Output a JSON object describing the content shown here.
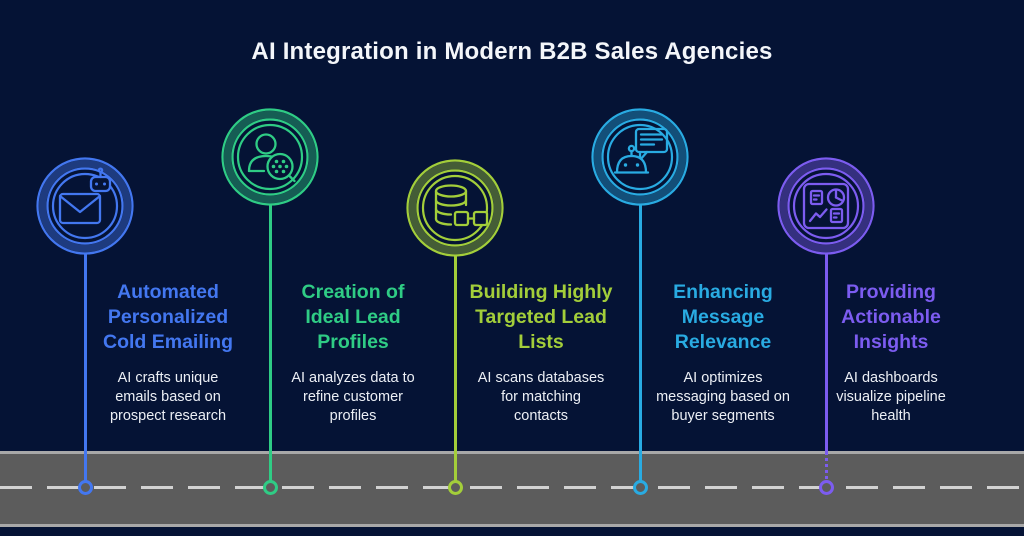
{
  "title": "AI Integration in Modern B2B Sales Agencies",
  "background_color": "#051335",
  "road": {
    "surface_color": "#5C5C5C",
    "edge_color": "#A8A8A8",
    "dash_color": "#D2D2D2"
  },
  "items": [
    {
      "icon": "email-robot-icon",
      "color": "#4377F0",
      "title": "Automated\nPersonalized\nCold Emailing",
      "description": "AI crafts unique\nemails based on\nprospect research"
    },
    {
      "icon": "lead-profile-search-icon",
      "color": "#2FCC85",
      "title": "Creation of\nIdeal Lead\nProfiles",
      "description": "AI analyzes data to\nrefine customer\nprofiles"
    },
    {
      "icon": "database-contacts-icon",
      "color": "#A3CE3A",
      "title": "Building Highly\nTargeted Lead\nLists",
      "description": "AI scans databases\nfor matching\ncontacts"
    },
    {
      "icon": "chat-robot-icon",
      "color": "#29ABE2",
      "title": "Enhancing\nMessage\nRelevance",
      "description": "AI optimizes\nmessaging based on\nbuyer segments"
    },
    {
      "icon": "insights-dashboard-icon",
      "color": "#7C5CF0",
      "title": "Providing\nActionable\nInsights",
      "description": "AI dashboards\nvisualize pipeline\nhealth"
    }
  ]
}
